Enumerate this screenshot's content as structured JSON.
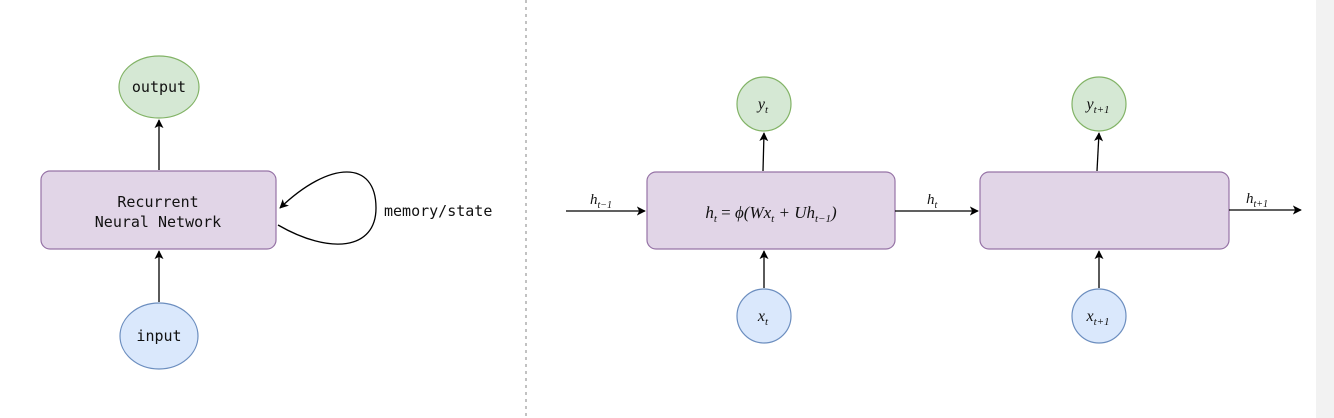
{
  "left": {
    "output_label": "output",
    "rnn_label_line1": "Recurrent",
    "rnn_label_line2": "Neural Network",
    "loop_label": "memory/state",
    "input_label": "input"
  },
  "right": {
    "y_t": {
      "base": "y",
      "sub": "t"
    },
    "y_t1": {
      "base": "y",
      "sub": "t+1"
    },
    "x_t": {
      "base": "x",
      "sub": "t"
    },
    "x_t1": {
      "base": "x",
      "sub": "t+1"
    },
    "h_prev": {
      "base": "h",
      "sub": "t−1"
    },
    "h_t": {
      "base": "h",
      "sub": "t"
    },
    "h_next": {
      "base": "h",
      "sub": "t+1"
    },
    "formula": {
      "lhs_base": "h",
      "lhs_sub": "t",
      "equals": " = ",
      "phi_open": "ϕ(W",
      "x_base": "x",
      "x_sub": "t",
      "plus": " + U",
      "h_base": "h",
      "h_sub": "t−1",
      "close": ")"
    }
  }
}
